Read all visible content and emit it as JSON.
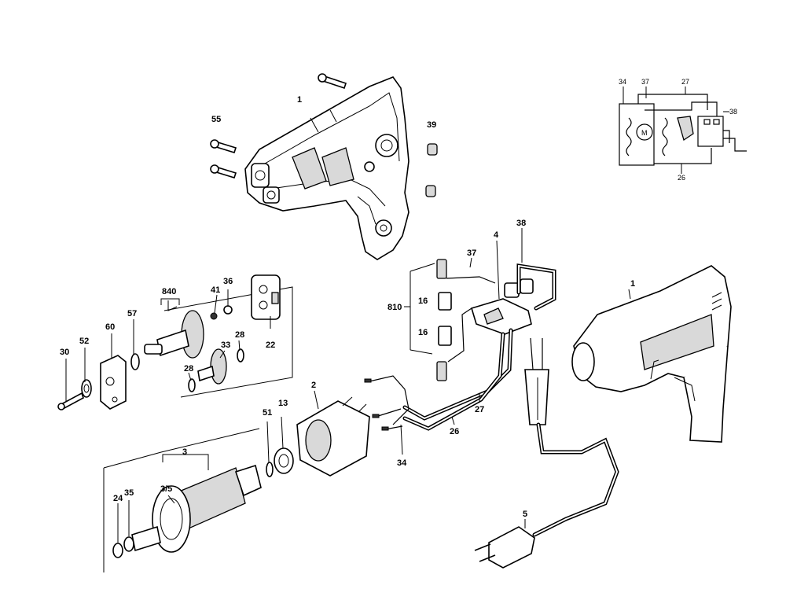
{
  "callouts": {
    "c1_housing": "1",
    "c55": "55",
    "c39": "39",
    "c840": "840",
    "c36": "36",
    "c41": "41",
    "c57": "57",
    "c60": "60",
    "c52": "52",
    "c30": "30",
    "c33": "33",
    "c28_top": "28",
    "c22": "22",
    "c28_bottom": "28",
    "c2": "2",
    "c51": "51",
    "c13": "13",
    "c3": "3",
    "c3_5": "3/5",
    "c24": "24",
    "c35": "35",
    "c37": "37",
    "c4": "4",
    "c38": "38",
    "c810": "810",
    "c16_a": "16",
    "c16_b": "16",
    "c27": "27",
    "c26": "26",
    "c34": "34",
    "c5": "5",
    "c1_drill": "1"
  },
  "schematic": {
    "s34": "34",
    "s37": "37",
    "s27": "27",
    "s38": "38",
    "s26": "26",
    "motor": "M"
  }
}
